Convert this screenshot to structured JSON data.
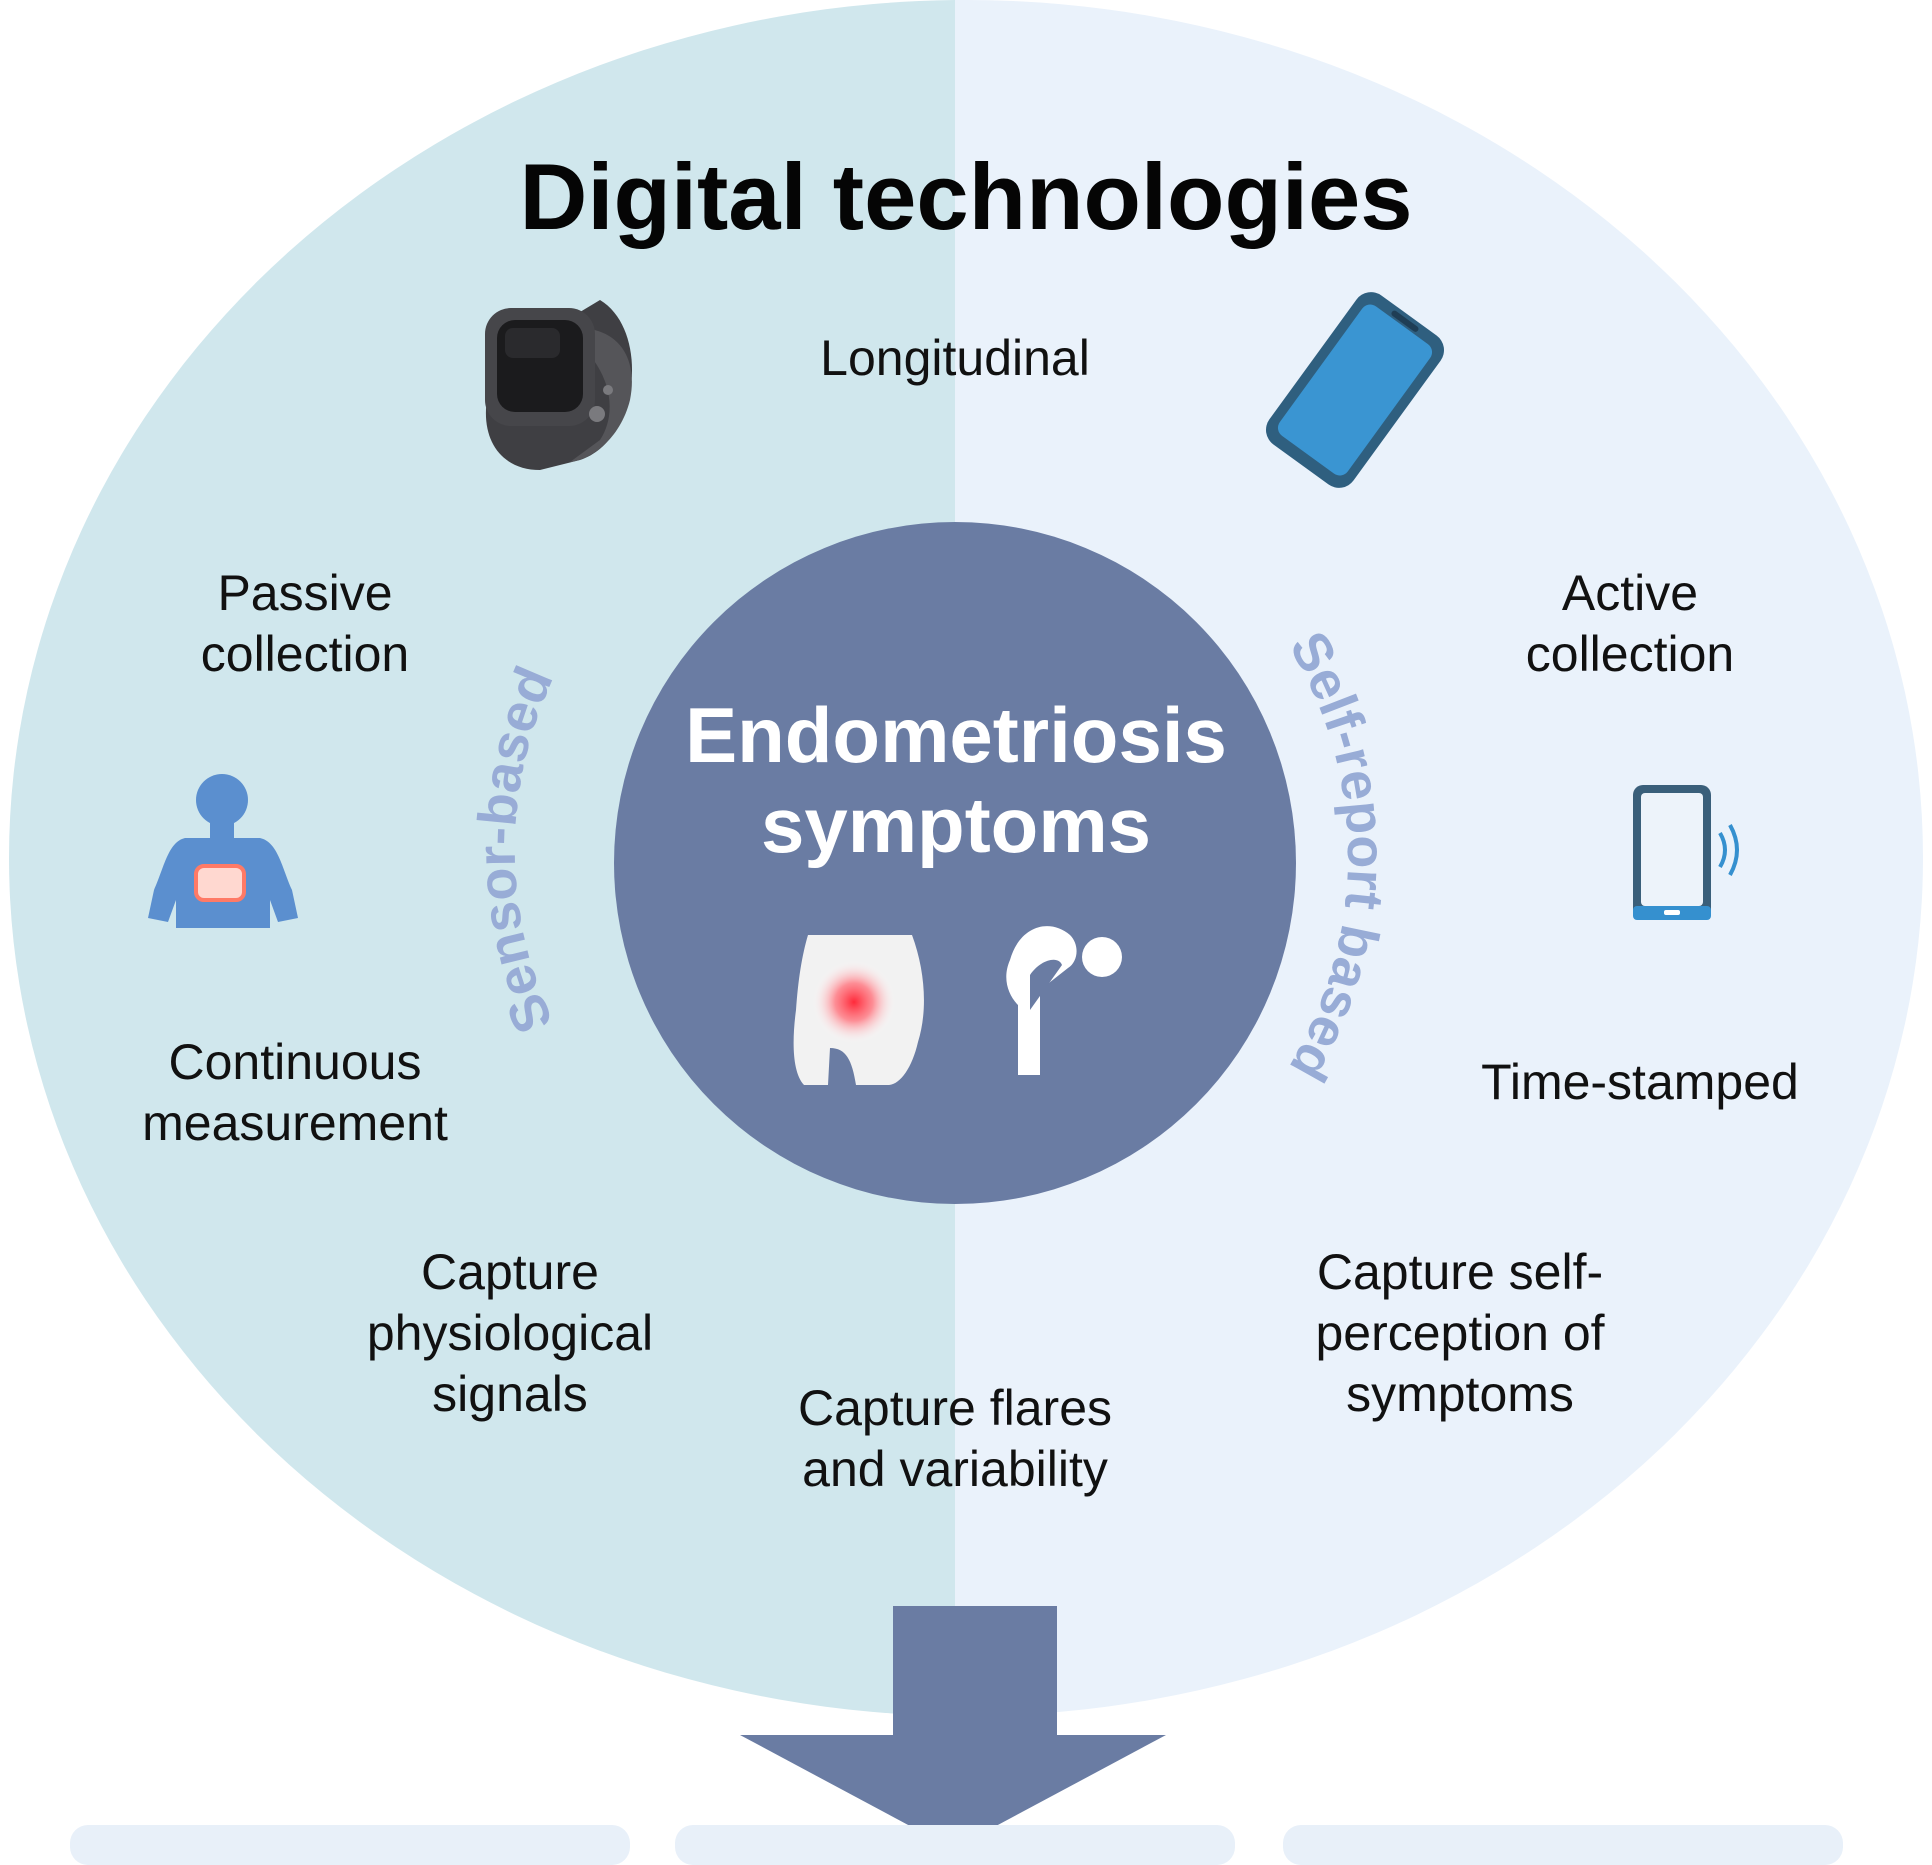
{
  "title": "Digital technologies",
  "center": {
    "title": "Endometriosis\nsymptoms",
    "icons": [
      "abdominal-pain-icon",
      "bending-person-pain-icon"
    ]
  },
  "arc_labels": {
    "left": "Sensor-based",
    "right": "Self-report based"
  },
  "labels": {
    "longitudinal": "Longitudinal",
    "passive": "Passive\ncollection",
    "active": "Active\ncollection",
    "continuous": "Continuous\nmeasurement",
    "time_stamped": "Time-stamped",
    "physiological": "Capture\nphysiological\nsignals",
    "flares": "Capture flares\nand variability",
    "self_perception": "Capture self-\nperception of\nsymptoms"
  },
  "icons": {
    "top_left": "smartwatch-icon",
    "top_right": "smartphone-icon",
    "mid_left": "body-sensor-icon",
    "mid_right": "phone-notification-icon",
    "bottom": "down-arrow-icon"
  },
  "colors": {
    "left_half": "#d0e7ed",
    "right_half": "#eaf2fb",
    "center_circle": "#6a7ca3",
    "arrow": "#6a7ca3",
    "arc_text": "#98acd6",
    "phone_blue": "#3590cf"
  }
}
